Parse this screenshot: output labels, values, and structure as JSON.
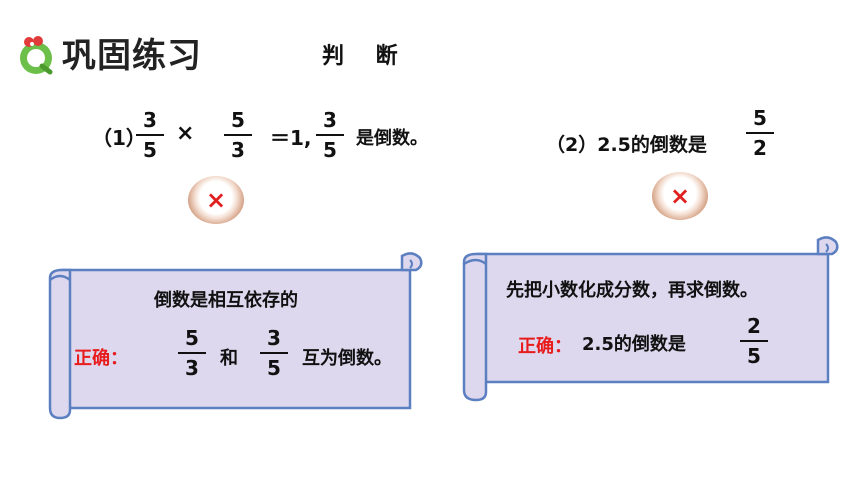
{
  "header": {
    "title": "巩固练习",
    "subtitle": "判 断"
  },
  "q1": {
    "label": "（1）",
    "frac_a": {
      "num": "3",
      "den": "5"
    },
    "times": "×",
    "frac_b": {
      "num": "5",
      "den": "3"
    },
    "eq": "＝1,",
    "frac_c": {
      "num": "3",
      "den": "5"
    },
    "tail": "是倒数。",
    "mark": "×"
  },
  "q2": {
    "label": "（2）2.5的倒数是",
    "frac": {
      "num": "5",
      "den": "2"
    },
    "mark": "×"
  },
  "scroll1": {
    "line1": "倒数是相互依存的",
    "correct_label": "正确：",
    "frac_a": {
      "num": "5",
      "den": "3"
    },
    "and": "和",
    "frac_b": {
      "num": "3",
      "den": "5"
    },
    "tail": "互为倒数。"
  },
  "scroll2": {
    "line1": "先把小数化成分数，再求倒数。",
    "correct_label": "正确：",
    "text": "2.5的倒数是",
    "frac": {
      "num": "2",
      "den": "5"
    }
  },
  "colors": {
    "scroll_fill": "#ddd8ee",
    "scroll_border": "#5b7fc0",
    "correct": "#e81c1c"
  }
}
